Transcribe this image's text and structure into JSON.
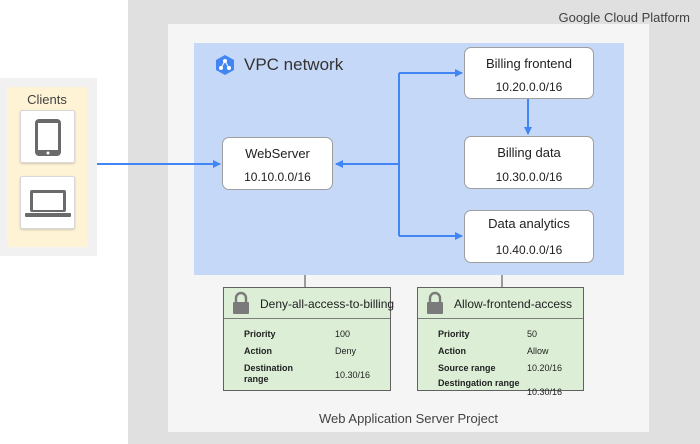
{
  "platform": {
    "title": "Google Cloud Platform"
  },
  "project": {
    "title": "Web Application Server Project"
  },
  "clients": {
    "title": "Clients",
    "devices": [
      "tablet-icon",
      "laptop-icon"
    ]
  },
  "vpc": {
    "title": "VPC network",
    "icon": "vpc-network-icon"
  },
  "nodes": {
    "webserver": {
      "label": "WebServer",
      "ip": "10.10.0.0/16"
    },
    "billing_frontend": {
      "label": "Billing frontend",
      "ip": "10.20.0.0/16"
    },
    "billing_data": {
      "label": "Billing data",
      "ip": "10.30.0.0/16"
    },
    "data_analytics": {
      "label": "Data analytics",
      "ip": "10.40.0.0/16"
    }
  },
  "firewall_rules": {
    "deny": {
      "title": "Deny-all-access-to-billing",
      "icon": "lock-icon",
      "priority_label": "Priority",
      "priority": "100",
      "action_label": "Action",
      "action": "Deny",
      "destination_label": "Destination range",
      "destination": "10.30/16"
    },
    "allow": {
      "title": "Allow-frontend-access",
      "icon": "lock-icon",
      "priority_label": "Priority",
      "priority": "50",
      "action_label": "Action",
      "action": "Allow",
      "source_label": "Source range",
      "source": "10.20/16",
      "destination_label": "Destingation range",
      "destination": "10.30/16"
    }
  },
  "colors": {
    "arrow": "#4285f4",
    "vpc_background": "#c6d8f7",
    "rule_background": "#dcefd6",
    "clients_background": "#fff3d6"
  }
}
